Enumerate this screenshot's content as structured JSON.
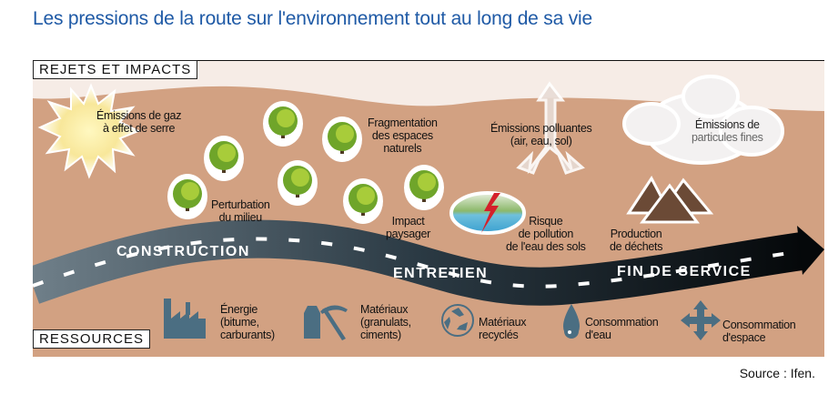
{
  "title": "Les pressions de la route sur l'environnement tout au long de sa vie",
  "sections": {
    "rejets": "REJETS ET IMPACTS",
    "ressources": "RESSOURCES"
  },
  "impacts": {
    "ges": [
      "Émissions de gaz",
      "à effet de serre"
    ],
    "perturbation": [
      "Perturbation",
      "du milieu"
    ],
    "fragmentation": [
      "Fragmentation",
      "des espaces",
      "naturels"
    ],
    "paysager": [
      "Impact",
      "paysager"
    ],
    "emissions": [
      "Émissions polluantes",
      "(air, eau, sol)"
    ],
    "eau": [
      "Risque",
      "de pollution",
      "de l'eau des sols"
    ],
    "particules": [
      "Émissions de",
      "particules fines"
    ],
    "dechets": [
      "Production",
      "de déchets"
    ]
  },
  "phases": {
    "construction": "CONSTRUCTION",
    "entretien": "ENTRETIEN",
    "fin": "FIN DE SERVICE"
  },
  "resources": {
    "energie": [
      "Énergie",
      "(bitume,",
      "carburants)"
    ],
    "materiaux": [
      "Matériaux",
      "(granulats,",
      "ciments)"
    ],
    "recycles": [
      "Matériaux",
      "recyclés"
    ],
    "eau": [
      "Consommation",
      "d'eau"
    ],
    "espace": [
      "Consommation",
      "d'espace"
    ]
  },
  "source": "Source : Ifen.",
  "colors": {
    "title": "#1f5aa6",
    "ground": "#d2a182",
    "sky": "#f6ece6",
    "icon": "#4b6e82"
  }
}
